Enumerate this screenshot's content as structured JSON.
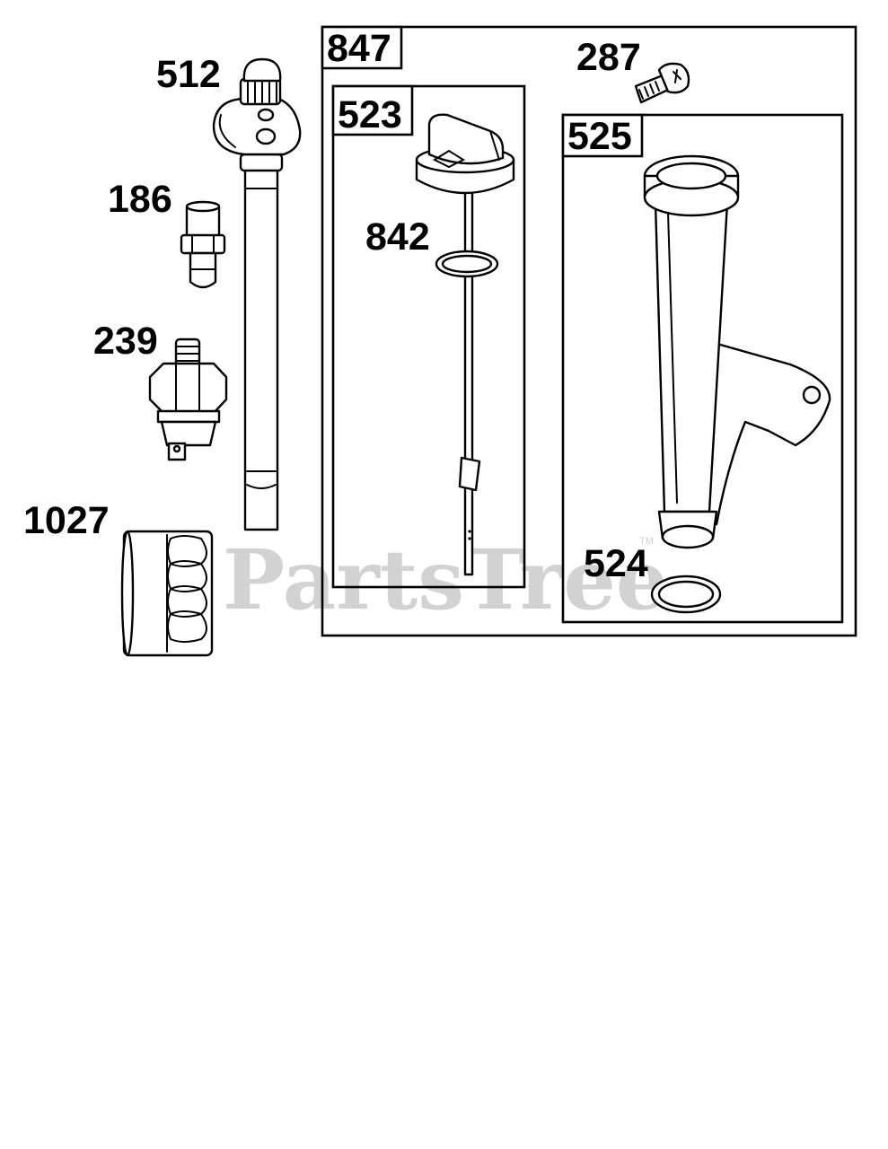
{
  "diagram": {
    "watermark": "PartsTree",
    "watermark_tm": "TM",
    "labels": {
      "p512": "512",
      "p186": "186",
      "p239": "239",
      "p1027": "1027",
      "p847": "847",
      "p523": "523",
      "p842": "842",
      "p287": "287",
      "p525": "525",
      "p524": "524"
    },
    "colors": {
      "line": "#000000",
      "watermark": "#d2d2d2",
      "background": "#ffffff"
    }
  }
}
